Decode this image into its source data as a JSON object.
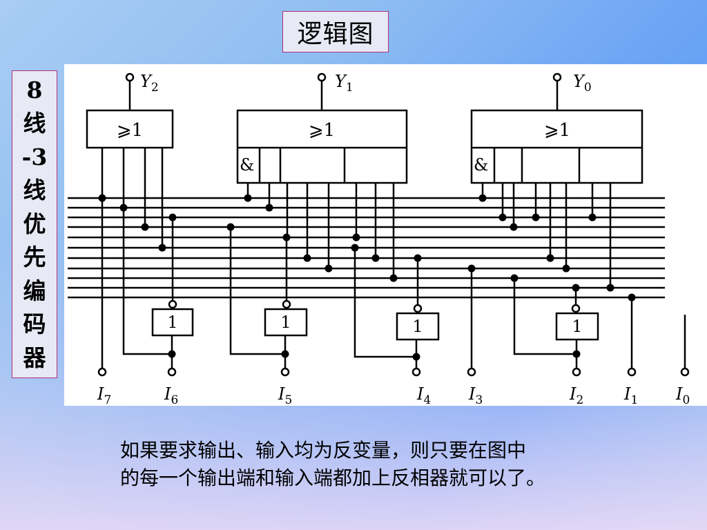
{
  "title": "逻辑图",
  "side_label": [
    "8",
    "线",
    "-3",
    "线",
    "优",
    "先",
    "编",
    "码",
    "器"
  ],
  "outputs": [
    {
      "letter": "Y",
      "sub": "2"
    },
    {
      "letter": "Y",
      "sub": "1"
    },
    {
      "letter": "Y",
      "sub": "0"
    }
  ],
  "or_gate_label": "⩾1",
  "and_gate_label": "&",
  "inverter_label": "1",
  "inputs": [
    {
      "letter": "I",
      "sub": "7"
    },
    {
      "letter": "I",
      "sub": "6"
    },
    {
      "letter": "I",
      "sub": "5"
    },
    {
      "letter": "I",
      "sub": "4"
    },
    {
      "letter": "I",
      "sub": "3"
    },
    {
      "letter": "I",
      "sub": "2"
    },
    {
      "letter": "I",
      "sub": "1"
    },
    {
      "letter": "I",
      "sub": "0"
    }
  ],
  "caption": [
    "如果要求输出、输入均为反变量，则只要在图中",
    "的每一个输出端和输入端都加上反相器就可以了。"
  ],
  "colors": {
    "frame_border": "#b0307a",
    "label_box_bg": "#e7e9f4",
    "panel_bg": "#ffffff",
    "wire": "#000000"
  }
}
